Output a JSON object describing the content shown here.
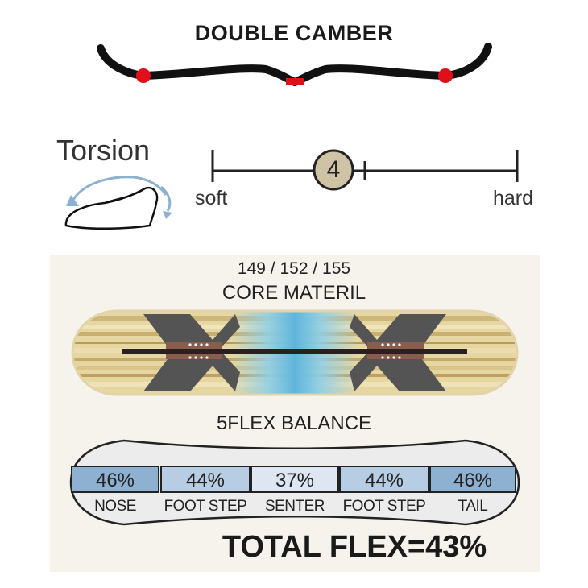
{
  "camber": {
    "title": "DOUBLE CAMBER"
  },
  "torsion": {
    "label": "Torsion",
    "rating": "4",
    "rating_value": 4,
    "soft_label": "soft",
    "hard_label": "hard"
  },
  "core": {
    "sizes": "149 / 152 / 155",
    "title": "CORE MATERIL"
  },
  "flex": {
    "title": "5FLEX BALANCE",
    "zones": [
      {
        "value": "46%",
        "name": "NOSE",
        "color": "#8fb1d1"
      },
      {
        "value": "44%",
        "name": "FOOT STEP",
        "color": "#b7cde3"
      },
      {
        "value": "37%",
        "name": "SENTER",
        "color": "#dde6f1"
      },
      {
        "value": "44%",
        "name": "FOOT STEP",
        "color": "#b7cde3"
      },
      {
        "value": "46%",
        "name": "TAIL",
        "color": "#8fb1d1"
      }
    ],
    "total": "TOTAL FLEX=43%"
  },
  "colors": {
    "camber_line": "#111111",
    "contact_point": "#e0101a",
    "panel_bg": "#f6f3ec",
    "rating_circle": "#cfc3a6"
  }
}
